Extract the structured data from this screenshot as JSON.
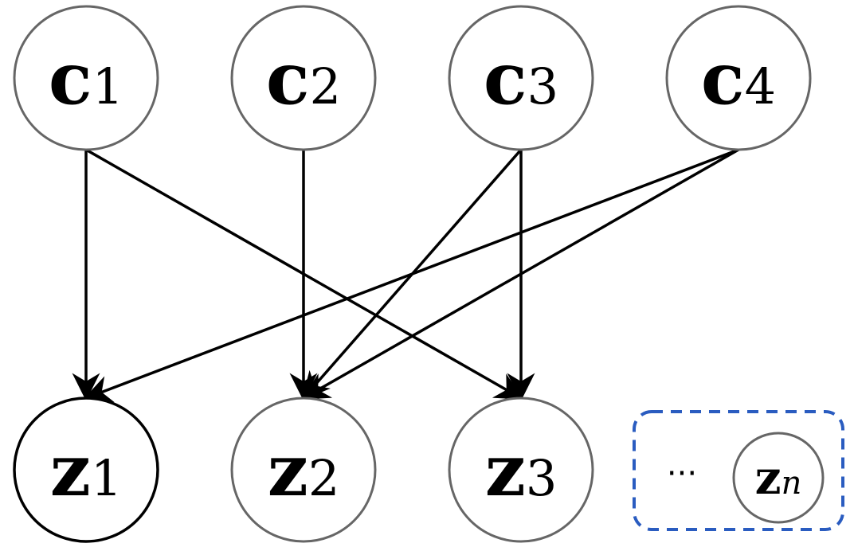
{
  "nodes": {
    "c1": {
      "base": "c",
      "sub": "1"
    },
    "c2": {
      "base": "c",
      "sub": "2"
    },
    "c3": {
      "base": "c",
      "sub": "3"
    },
    "c4": {
      "base": "c",
      "sub": "4"
    },
    "z1": {
      "base": "z",
      "sub": "1"
    },
    "z2": {
      "base": "z",
      "sub": "2"
    },
    "z3": {
      "base": "z",
      "sub": "3"
    },
    "zn": {
      "base": "z",
      "sub": "n"
    }
  },
  "ellipsis": "···",
  "edges": [
    [
      "c1",
      "z1"
    ],
    [
      "c1",
      "z3"
    ],
    [
      "c2",
      "z2"
    ],
    [
      "c3",
      "z2"
    ],
    [
      "c3",
      "z3"
    ],
    [
      "c4",
      "z1"
    ],
    [
      "c4",
      "z2"
    ]
  ],
  "colors": {
    "node_stroke": "#666666",
    "highlight_stroke": "#000000",
    "group_border": "#2a5cc0",
    "edge": "#000000"
  }
}
